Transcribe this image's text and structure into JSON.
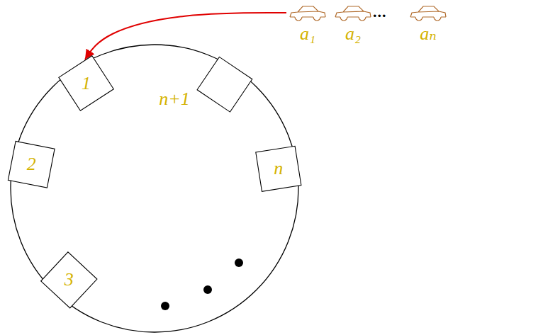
{
  "diagram": {
    "nodes": [
      {
        "text": [
          "a₁"
        ]
      },
      {
        "text": [
          "a₂"
        ]
      },
      {
        "text": [
          "aₙ"
        ]
      },
      {
        "text": [
          "1"
        ]
      },
      {
        "text": [
          "n+1"
        ]
      },
      {
        "text": [
          "2"
        ]
      },
      {
        "text": [
          "n"
        ]
      },
      {
        "text": [
          "3"
        ]
      }
    ],
    "edges": [
      {
        "from": 0,
        "to": 3,
        "arrow": "to"
      }
    ],
    "labels": [
      "..."
    ]
  }
}
